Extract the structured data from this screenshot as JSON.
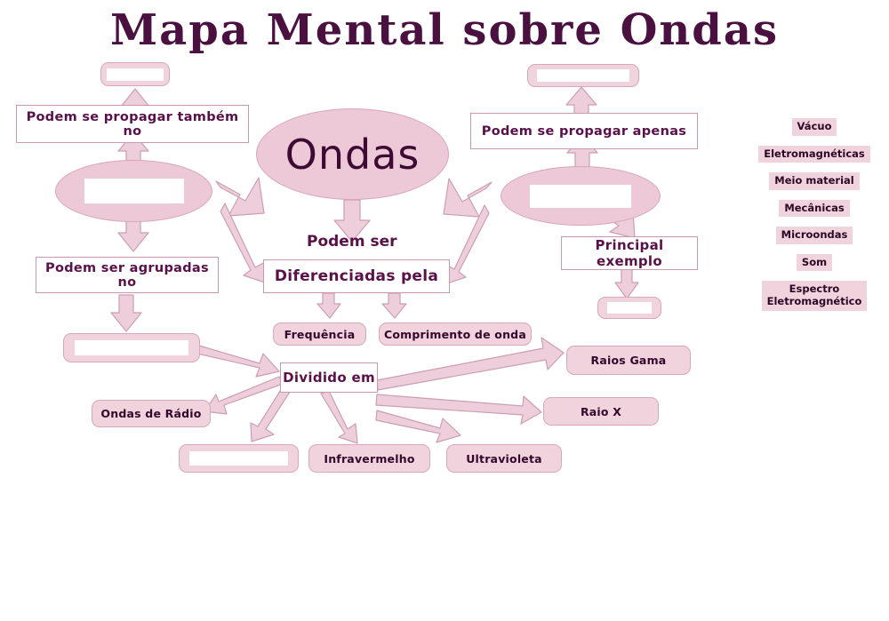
{
  "title": "Mapa Mental sobre Ondas",
  "center": {
    "main_node": "Ondas",
    "connector_label": "Podem ser",
    "diff_box": "Diferenciadas pela",
    "divided_box": "Dividido em",
    "frequency": "Frequência",
    "wavelength": "Comprimento de onda"
  },
  "left_branch": {
    "top_blank": "",
    "propagation": "Podem se propagar também no",
    "ellipse_blank": "",
    "grouped": "Podem ser agrupadas no",
    "grouped_blank": ""
  },
  "right_branch": {
    "top_blank": "",
    "propagation": "Podem se propagar apenas",
    "ellipse_blank": "",
    "example_label": "Principal exemplo",
    "example_blank": ""
  },
  "spectrum": {
    "radio": "Ondas de Rádio",
    "visible_blank": "",
    "infrared": "Infravermelho",
    "ultraviolet": "Ultravioleta",
    "xray": "Raio X",
    "gamma": "Raios Gama"
  },
  "word_bank": [
    "Vácuo",
    "Eletromagnéticas",
    "Meio material",
    "Mecânicas",
    "Microondas",
    "Som",
    "Espectro\nEletromagnético"
  ],
  "colors": {
    "title": "#4a1040",
    "node_fill": "#f0d3dc",
    "ellipse_fill": "#edc9d7",
    "border": "#d6a8bb",
    "arrow_fill": "#eecedb",
    "arrow_stroke": "#cb9fb2",
    "text": "#3d0c34",
    "background": "#ffffff"
  }
}
